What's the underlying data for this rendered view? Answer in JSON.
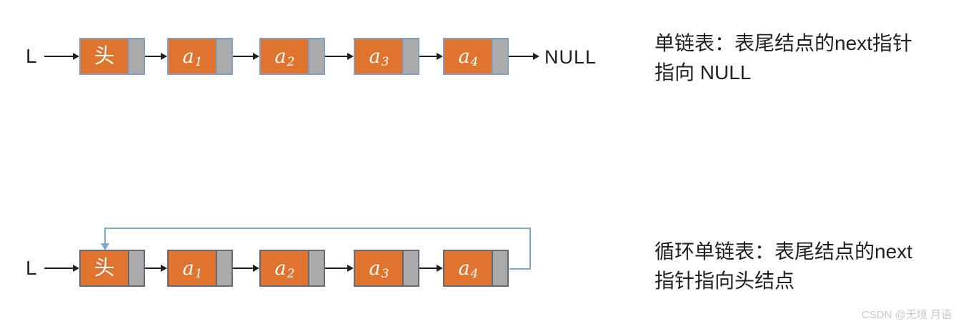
{
  "colors": {
    "node_fill": "#e0742e",
    "pointer_cell_fill": "#ababab",
    "node_border_top_row": "#7f9fc4",
    "node_border_bottom_row": "#5f6b7a",
    "arrow": "#1f1f1f",
    "loop_arrow": "#7fa8ce",
    "text": "#1f1f1f",
    "watermark": "#c9c9c9"
  },
  "diagram_top": {
    "list_pointer_label": "L",
    "terminal_label": "NULL",
    "nodes": [
      {
        "base": "头",
        "sub": ""
      },
      {
        "base": "a",
        "sub": "1"
      },
      {
        "base": "a",
        "sub": "2"
      },
      {
        "base": "a",
        "sub": "3"
      },
      {
        "base": "a",
        "sub": "4"
      }
    ]
  },
  "diagram_bottom": {
    "list_pointer_label": "L",
    "nodes": [
      {
        "base": "头",
        "sub": ""
      },
      {
        "base": "a",
        "sub": "1"
      },
      {
        "base": "a",
        "sub": "2"
      },
      {
        "base": "a",
        "sub": "3"
      },
      {
        "base": "a",
        "sub": "4"
      }
    ]
  },
  "captions": {
    "top": {
      "line1": "单链表：表尾结点的next指针",
      "line2": "指向 NULL"
    },
    "bottom": {
      "line1": "循环单链表：表尾结点的next",
      "line2": "指针指向头结点"
    }
  },
  "watermark": "CSDN @无境 月语"
}
